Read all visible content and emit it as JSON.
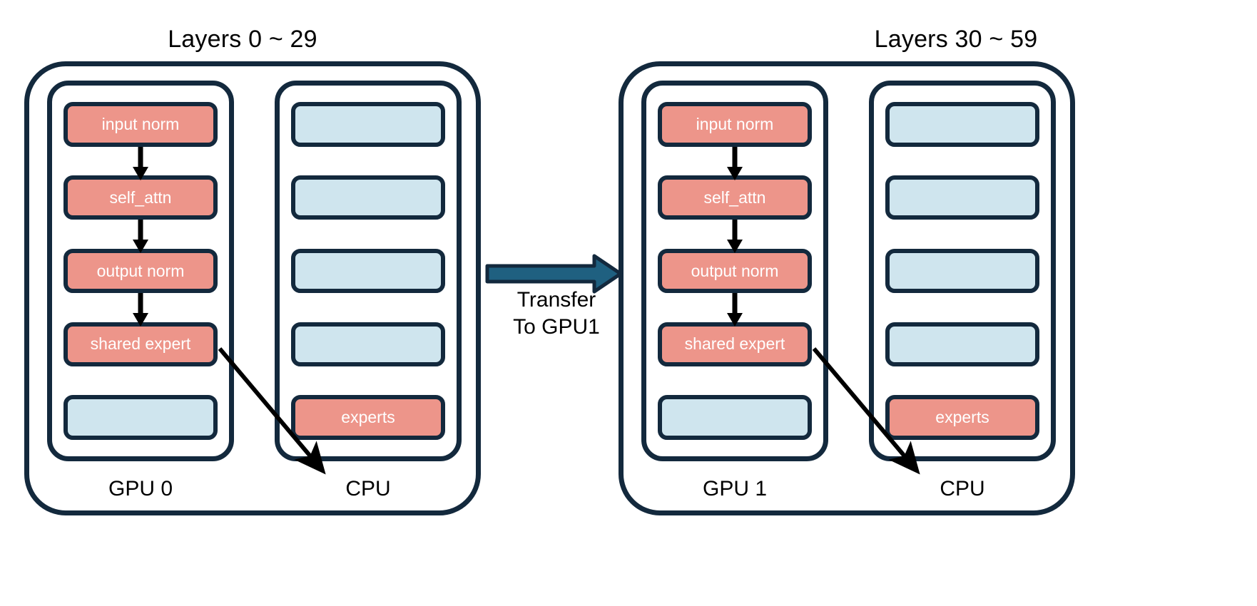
{
  "diagram": {
    "title_left": "Layers 0 ~ 29",
    "title_right": "Layers 30 ~ 59",
    "colors": {
      "active": "#ED958A",
      "inactive": "#CFE5EE",
      "outline": "#13293D",
      "transfer_arrow": "#1F6080",
      "flow_arrow": "#000000",
      "background": "#FFFFFF",
      "slot_text": "#FFFFFF",
      "label_text": "#000000"
    },
    "groups": [
      {
        "id": "left",
        "title": "Layers 0 ~ 29",
        "columns": [
          {
            "id": "gpu0",
            "label": "GPU 0",
            "slots": [
              {
                "label": "input norm",
                "state": "active"
              },
              {
                "label": "self_attn",
                "state": "active"
              },
              {
                "label": "output norm",
                "state": "active"
              },
              {
                "label": "shared expert",
                "state": "active"
              },
              {
                "label": "",
                "state": "inactive"
              }
            ]
          },
          {
            "id": "cpu0",
            "label": "CPU",
            "slots": [
              {
                "label": "",
                "state": "inactive"
              },
              {
                "label": "",
                "state": "inactive"
              },
              {
                "label": "",
                "state": "inactive"
              },
              {
                "label": "",
                "state": "inactive"
              },
              {
                "label": "experts",
                "state": "active"
              }
            ]
          }
        ]
      },
      {
        "id": "right",
        "title": "Layers 30 ~ 59",
        "columns": [
          {
            "id": "gpu1",
            "label": "GPU 1",
            "slots": [
              {
                "label": "input norm",
                "state": "active"
              },
              {
                "label": "self_attn",
                "state": "active"
              },
              {
                "label": "output norm",
                "state": "active"
              },
              {
                "label": "shared expert",
                "state": "active"
              },
              {
                "label": "",
                "state": "inactive"
              }
            ]
          },
          {
            "id": "cpu1",
            "label": "CPU",
            "slots": [
              {
                "label": "",
                "state": "inactive"
              },
              {
                "label": "",
                "state": "inactive"
              },
              {
                "label": "",
                "state": "inactive"
              },
              {
                "label": "",
                "state": "inactive"
              },
              {
                "label": "experts",
                "state": "active"
              }
            ]
          }
        ]
      }
    ],
    "transfer": {
      "line1": "Transfer",
      "line2": "To GPU1"
    }
  }
}
